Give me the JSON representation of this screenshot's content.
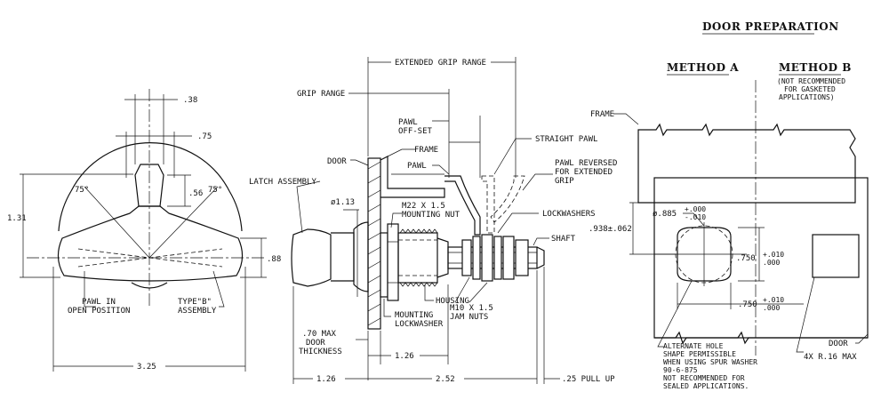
{
  "title": "DOOR PREPARATION",
  "method_a": "METHOD A",
  "method_b": "METHOD B",
  "method_b_note": [
    "(NOT RECOMMENDED",
    "FOR GASKETED",
    "APPLICATIONS)"
  ],
  "left_view": {
    "dim_38": ".38",
    "dim_75": ".75",
    "angle_left": "75°",
    "angle_right": "75°",
    "dim_56": ".56",
    "dim_131": "1.31",
    "dim_88": ".88",
    "dim_325": "3.25",
    "pawl_open": [
      "PAWL IN",
      "OPEN POSITION"
    ],
    "type_b": [
      "TYPE\"B\"",
      "ASSEMBLY"
    ]
  },
  "middle_view": {
    "extended_grip": "EXTENDED GRIP RANGE",
    "grip_range": "GRIP RANGE",
    "pawl_offset": [
      "PAWL",
      "OFF-SET"
    ],
    "straight_pawl": "STRAIGHT PAWL",
    "frame": "FRAME",
    "door": "DOOR",
    "pawl": "PAWL",
    "pawl_reversed": [
      "PAWL REVERSED",
      "FOR EXTENDED",
      "GRIP"
    ],
    "latch_assembly": "LATCH ASSEMBLY",
    "dia_113": "ø1.13",
    "m22": [
      "M22 X 1.5",
      "MOUNTING NUT"
    ],
    "lockwashers": "LOCKWASHERS",
    "shaft": "SHAFT",
    "housing": "HOUSING",
    "m10": [
      "M10 X 1.5",
      "JAM NUTS"
    ],
    "mount_lockwasher": [
      "MOUNTING",
      "LOCKWASHER"
    ],
    "max_door": [
      ".70 MAX",
      "DOOR",
      "THICKNESS"
    ],
    "dim_126a": "1.26",
    "dim_126b": "1.26",
    "dim_252": "2.52",
    "pull_up": ".25 PULL UP"
  },
  "right_view": {
    "frame": "FRAME",
    "dia_885": "ø.885",
    "tol_885": [
      "+.000",
      "-.010"
    ],
    "dim_938": ".938±.062",
    "dim_750a": ".750",
    "tol_750a": [
      "+.010",
      ".000"
    ],
    "dim_750b": ".750",
    "tol_750b": [
      "+.010",
      ".000"
    ],
    "alt_note": [
      "ALTERNATE HOLE",
      "SHAPE PERMISSIBLE",
      "WHEN USING SPUR WASHER",
      "90-6-875",
      "NOT RECOMMENDED FOR",
      "SEALED APPLICATIONS."
    ],
    "door": "DOOR",
    "radius": "4X R.16 MAX"
  }
}
